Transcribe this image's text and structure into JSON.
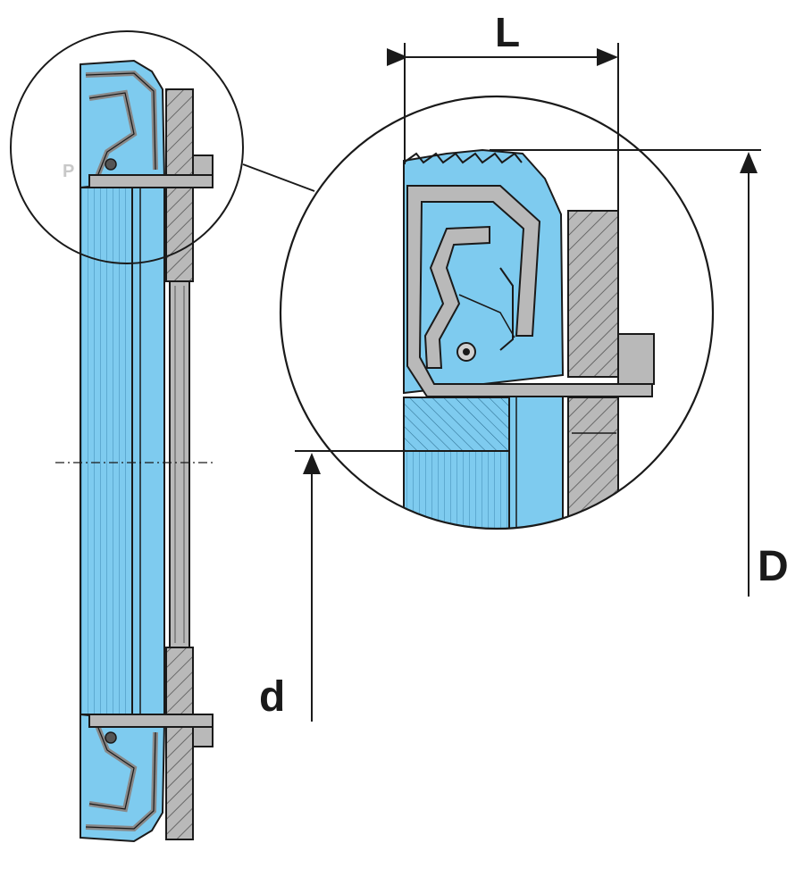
{
  "labels": {
    "length": "L",
    "outer_diameter": "D",
    "inner_diameter": "d"
  },
  "watermark": "P",
  "colors": {
    "elastomer": "#7ecbef",
    "elastomer_dark": "#5fb7e3",
    "metal": "#b9b9b9",
    "line": "#1a1a1a",
    "background": "#ffffff"
  }
}
